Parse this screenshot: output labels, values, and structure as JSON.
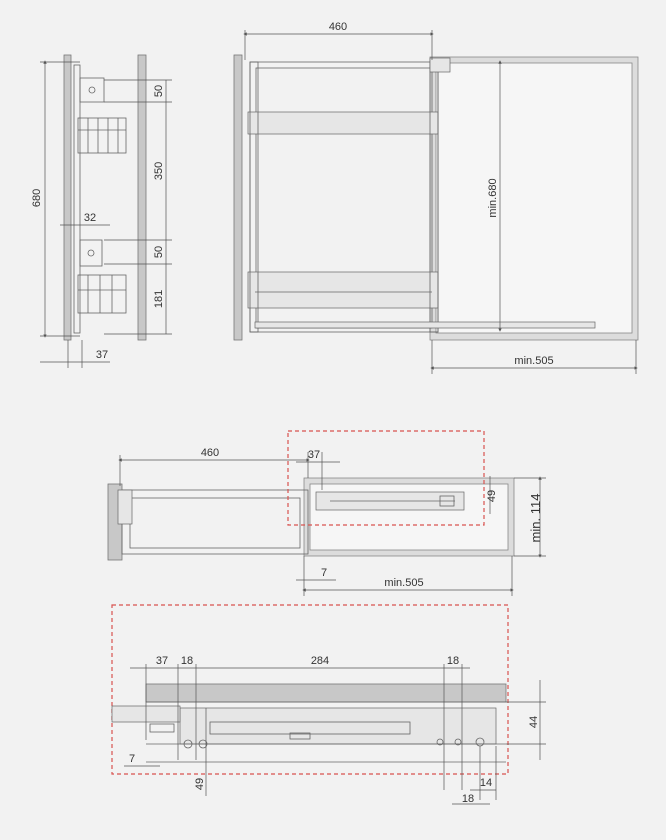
{
  "side_view": {
    "height": "680",
    "seg1": "50",
    "seg2": "350",
    "seg3": "50",
    "seg4": "181",
    "offset32": "32",
    "offset37": "37"
  },
  "front_view": {
    "width": "460",
    "height": "min.680",
    "depth": "min.505"
  },
  "top_view": {
    "width": "460",
    "d37": "37",
    "d49": "49",
    "height": "min. 114",
    "d7": "7",
    "depth": "min.505"
  },
  "detail_view": {
    "d37": "37",
    "d18a": "18",
    "d284": "284",
    "d18b": "18",
    "d44": "44",
    "d7": "7",
    "d49": "49",
    "d14": "14",
    "d18c": "18"
  },
  "colors": {
    "accent": "#d9534f",
    "line": "#555555",
    "panel": "#c8c8c8"
  }
}
